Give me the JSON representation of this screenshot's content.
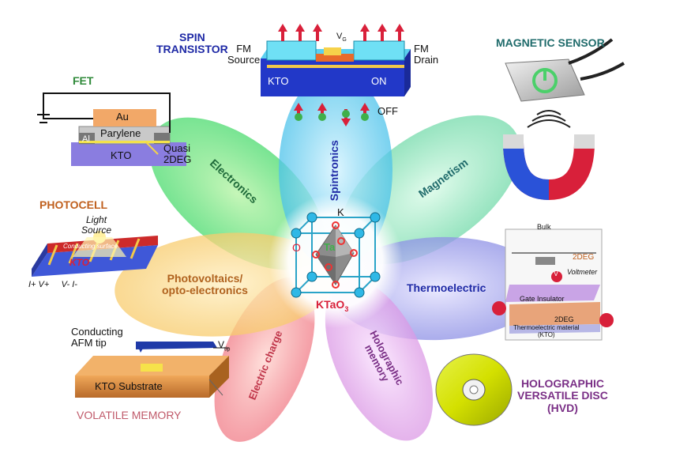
{
  "petals": {
    "electronics": "Electronics",
    "spintronics": "Spintronics",
    "magnetism": "Magnetism",
    "thermoelectric": "Thermoelectric",
    "holographic_memory_1": "Holographic",
    "holographic_memory_2": "memory",
    "electric_charge": "Electric charge",
    "photovoltaics_1": "Photovoltaics/",
    "photovoltaics_2": "opto-electronics"
  },
  "center": {
    "k": "K",
    "o": "O",
    "ta": "Ta",
    "formula_main": "KTaO",
    "formula_sub": "3"
  },
  "spin_transistor": {
    "title_1": "SPIN",
    "title_2": "TRANSISTOR",
    "fm_source_1": "FM",
    "fm_source_2": "Source",
    "fm_drain_1": "FM",
    "fm_drain_2": "Drain",
    "vg": "V",
    "vg_sub": "G",
    "kto": "KTO",
    "on": "ON",
    "off": "OFF"
  },
  "fet": {
    "title": "FET",
    "au": "Au",
    "parylene": "Parylene",
    "al": "Al",
    "kto": "KTO",
    "quasi_1": "Quasi",
    "quasi_2": "2DEG"
  },
  "photocell": {
    "title": "PHOTOCELL",
    "light_1": "Light",
    "light_2": "Source",
    "kto": "KTO",
    "conducting_1": "Conducting",
    "conducting_2": "surface",
    "bottom": "I+ V+     V- I-"
  },
  "memory": {
    "conducting_1": "Conducting",
    "conducting_2": "AFM tip",
    "vtip": "V",
    "vtip_sub": "tip",
    "substrate": "KTO Substrate",
    "title": "VOLATILE MEMORY"
  },
  "magnetic_sensor": {
    "title": "MAGNETIC SENSOR"
  },
  "thermo": {
    "bulk": "Bulk",
    "deg": "2DEG",
    "voltmeter": "Voltmeter",
    "gate": "Gate Insulator",
    "deg2": "2DEG",
    "material_1": "Thermoelectric material",
    "material_2": "(KTO)",
    "v": "V"
  },
  "hvd": {
    "line_1": "HOLOGRAPHIC",
    "line_2": "VERSATILE DISC",
    "line_3": "(HVD)"
  },
  "colors": {
    "electronics": "#3fd86a",
    "spintronics": "#2fb8e6",
    "magnetism": "#6fd6a8",
    "thermoelectric": "#7b7fe0",
    "holographic": "#d58ae0",
    "electric": "#ee6a78",
    "photovoltaics": "#f6c45a"
  }
}
